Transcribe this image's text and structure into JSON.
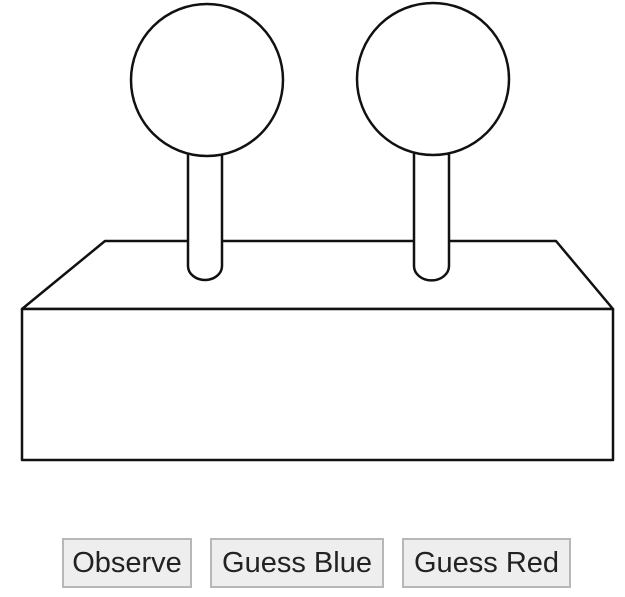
{
  "buttons": {
    "observe_label": "Observe",
    "guess_blue_label": "Guess Blue",
    "guess_red_label": "Guess Red"
  },
  "device": {
    "stroke_color": "#111111",
    "fill_color": "#ffffff",
    "lever_count": 2
  }
}
